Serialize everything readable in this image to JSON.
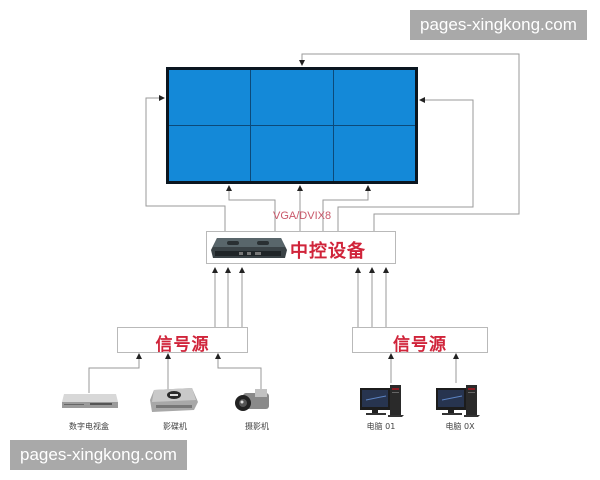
{
  "watermarks": {
    "top": "pages-xingkong.com",
    "bottom": "pages-xingkong.com"
  },
  "video_wall": {
    "rows": 2,
    "cols": 3,
    "tile_color": "#1489d8",
    "bezel_color": "#0a1620"
  },
  "controller": {
    "interface_label": "VGA/DVIX8",
    "title": "中控设备",
    "icon": "controller-device-icon"
  },
  "signal_sources": [
    {
      "title": "信号源"
    },
    {
      "title": "信号源"
    }
  ],
  "devices": [
    {
      "label": "数字电视盒",
      "icon": "set-top-box-icon"
    },
    {
      "label": "影碟机",
      "icon": "dvd-player-icon"
    },
    {
      "label": "摄影机",
      "icon": "camcorder-icon"
    },
    {
      "label": "电脑 01",
      "icon": "computer-icon"
    },
    {
      "label": "电脑 0X",
      "icon": "computer-icon"
    }
  ],
  "colors": {
    "accent_red": "#d0243a",
    "line_gray": "#9a9a9a"
  }
}
